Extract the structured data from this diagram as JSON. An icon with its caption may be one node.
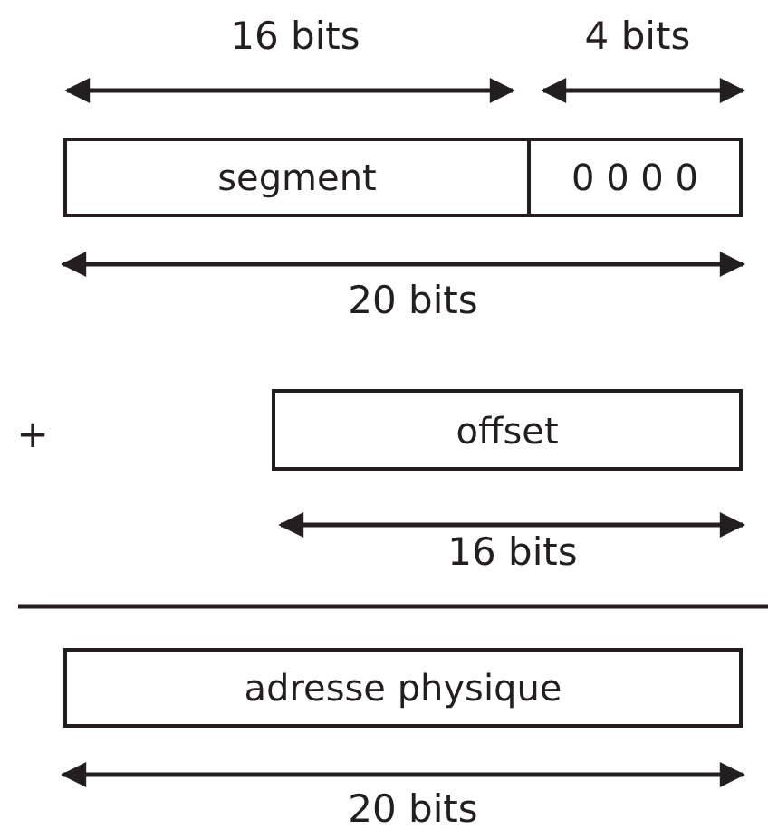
{
  "diagram": {
    "nodes": [
      {
        "text": [
          "segment"
        ]
      },
      {
        "text": [
          "0 0 0 0"
        ]
      },
      {
        "text": [
          "offset"
        ]
      },
      {
        "text": [
          "adresse physique"
        ]
      }
    ],
    "labels": [
      "16 bits",
      "4 bits",
      "20 bits",
      "+",
      "16 bits",
      "20 bits"
    ]
  }
}
